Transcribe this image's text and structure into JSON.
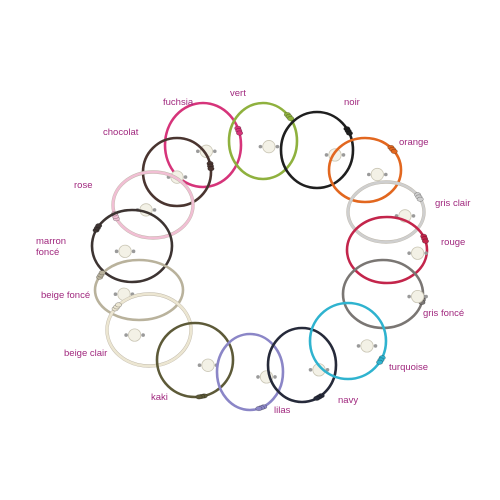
{
  "label_color": "#a0287e",
  "bracelets": [
    {
      "name": "fuchsia",
      "color": "#d6347a"
    },
    {
      "name": "vert",
      "color": "#8fb13e"
    },
    {
      "name": "noir",
      "color": "#1f1f1f"
    },
    {
      "name": "orange",
      "color": "#e2671f"
    },
    {
      "name": "gris clair",
      "color": "#cfcfcf"
    },
    {
      "name": "rouge",
      "color": "#c3254b"
    },
    {
      "name": "gris foncé",
      "color": "#7a7673"
    },
    {
      "name": "turquoise",
      "color": "#2fb3cf"
    },
    {
      "name": "navy",
      "color": "#262a3a"
    },
    {
      "name": "lilas",
      "color": "#8b86c7"
    },
    {
      "name": "kaki",
      "color": "#5d5a38"
    },
    {
      "name": "beige clair",
      "color": "#ece6d2"
    },
    {
      "name": "beige foncé",
      "color": "#b9b29c"
    },
    {
      "name": "marron\nfoncé",
      "color": "#3d3432"
    },
    {
      "name": "rose",
      "color": "#f1bfd4"
    },
    {
      "name": "chocolat",
      "color": "#4a3530"
    }
  ]
}
